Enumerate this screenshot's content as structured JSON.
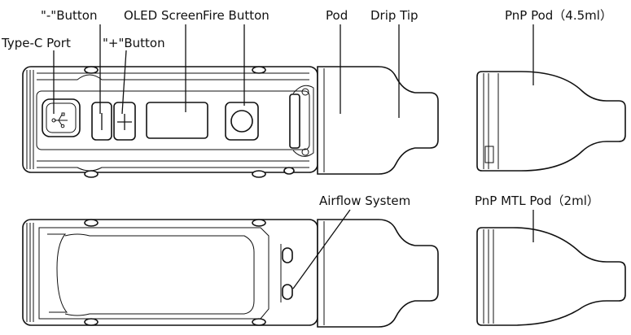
{
  "labels": {
    "minus_button": "\"-\"Button",
    "oled_screen": "OLED Screen",
    "fire_button": "Fire Button",
    "pod": "Pod",
    "drip_tip": "Drip Tip",
    "pnp_pod": "PnP Pod（4.5ml）",
    "type_c_port": "Type-C Port",
    "plus_button": "\"+\"Button",
    "airflow_system": "Airflow System",
    "pnp_mtl_pod": "PnP MTL Pod（2ml）"
  },
  "colors": {
    "line": "#111111",
    "background": "#ffffff"
  },
  "icons": {
    "usb": "usb-icon",
    "plus": "plus-icon",
    "minus": "minus-icon"
  }
}
